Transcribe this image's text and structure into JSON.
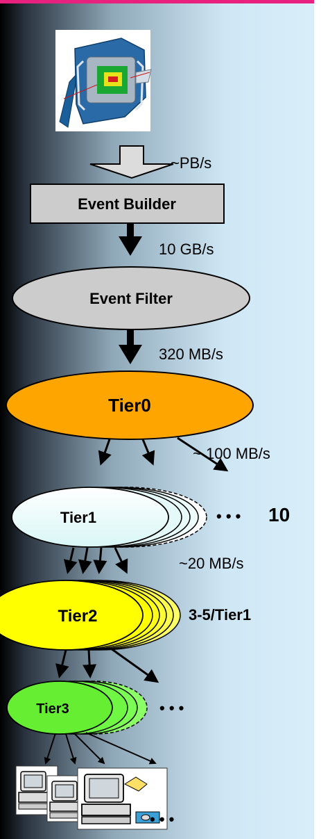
{
  "colors": {
    "top_bar": "#e8217f",
    "bg_light": "#d6ecf8",
    "bg_dark": "#000000",
    "tier0": "#ffa500",
    "tier1": "#e8fbfb",
    "tier2": "#ffff00",
    "tier3": "#66ff33",
    "builder": "#cccccc",
    "filter": "#cccccc"
  },
  "detector": {
    "icon": "detector-icon"
  },
  "nodes": {
    "event_builder": "Event Builder",
    "event_filter": "Event Filter",
    "tier0": "Tier0",
    "tier1": "Tier1",
    "tier2": "Tier2",
    "tier3": "Tier3"
  },
  "rates": {
    "detector_out": "~PB/s",
    "builder_out": "10 GB/s",
    "filter_out": "320 MB/s",
    "tier0_out": "~ 100 MB/s",
    "tier1_out": "~20 MB/s"
  },
  "multiplicity": {
    "tier1_dots": "• • •",
    "tier1_count": "10",
    "tier2_count": "3-5/Tier1",
    "tier3_dots": "• • •",
    "desktop_dots": "• • •"
  },
  "desktops": {
    "icon": "desktop-computer-icon"
  }
}
